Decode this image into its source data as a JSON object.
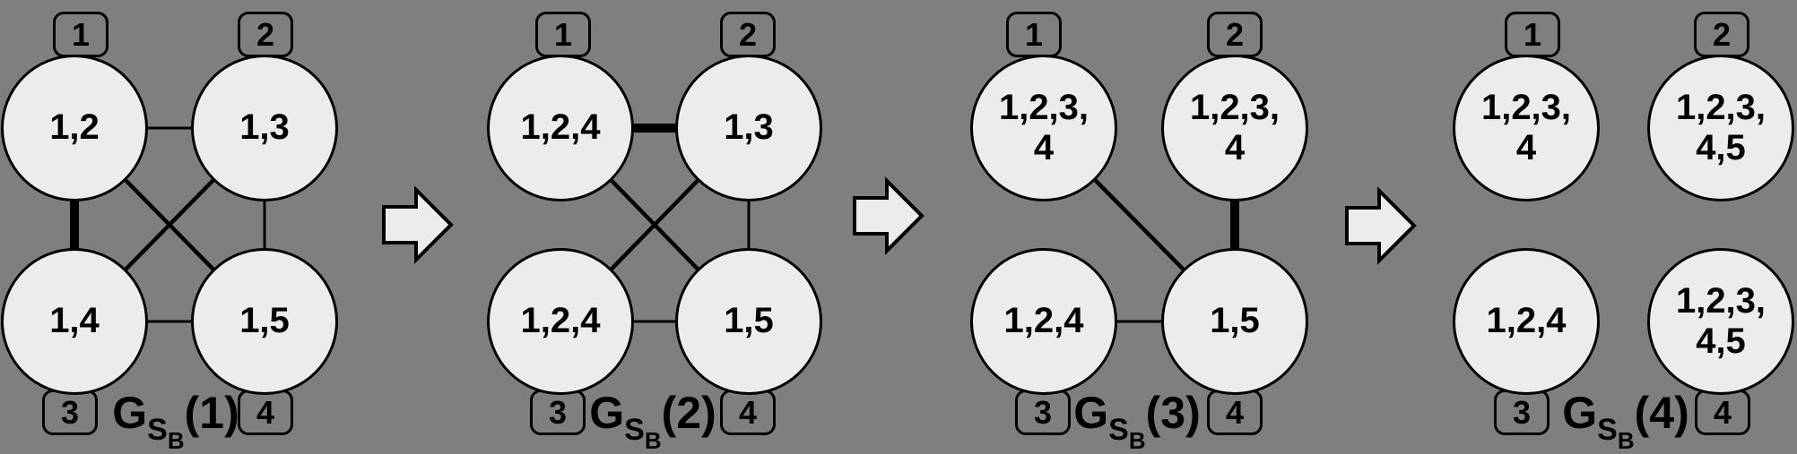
{
  "colors": {
    "background": "#7f7f7f",
    "shape_fill": "#ececec",
    "outline": "#000000"
  },
  "panels": [
    {
      "label": {
        "main": "G",
        "sub": "S",
        "subsub": "B",
        "arg": "(1)"
      },
      "nodes": {
        "top_left": {
          "port": "1",
          "text": "1,2"
        },
        "top_right": {
          "port": "2",
          "text": "1,3"
        },
        "bottom_left": {
          "port": "3",
          "text": "1,4"
        },
        "bottom_right": {
          "port": "4",
          "text": "1,5"
        }
      },
      "edges": [
        {
          "from": "top_left",
          "to": "top_right",
          "weight": "thin"
        },
        {
          "from": "top_left",
          "to": "bottom_left",
          "weight": "thick"
        },
        {
          "from": "top_left",
          "to": "bottom_right",
          "weight": "medium"
        },
        {
          "from": "top_right",
          "to": "bottom_left",
          "weight": "medium"
        },
        {
          "from": "top_right",
          "to": "bottom_right",
          "weight": "thin"
        },
        {
          "from": "bottom_left",
          "to": "bottom_right",
          "weight": "thin"
        }
      ]
    },
    {
      "label": {
        "main": "G",
        "sub": "S",
        "subsub": "B",
        "arg": "(2)"
      },
      "nodes": {
        "top_left": {
          "port": "1",
          "text": "1,2,4"
        },
        "top_right": {
          "port": "2",
          "text": "1,3"
        },
        "bottom_left": {
          "port": "3",
          "text": "1,2,4"
        },
        "bottom_right": {
          "port": "4",
          "text": "1,5"
        }
      },
      "edges": [
        {
          "from": "top_left",
          "to": "top_right",
          "weight": "thick"
        },
        {
          "from": "top_left",
          "to": "bottom_right",
          "weight": "medium"
        },
        {
          "from": "top_right",
          "to": "bottom_left",
          "weight": "medium"
        },
        {
          "from": "top_right",
          "to": "bottom_right",
          "weight": "thin"
        },
        {
          "from": "bottom_left",
          "to": "bottom_right",
          "weight": "thin"
        }
      ]
    },
    {
      "label": {
        "main": "G",
        "sub": "S",
        "subsub": "B",
        "arg": "(3)"
      },
      "nodes": {
        "top_left": {
          "port": "1",
          "text": "1,2,3,\n4"
        },
        "top_right": {
          "port": "2",
          "text": "1,2,3,\n4"
        },
        "bottom_left": {
          "port": "3",
          "text": "1,2,4"
        },
        "bottom_right": {
          "port": "4",
          "text": "1,5"
        }
      },
      "edges": [
        {
          "from": "top_left",
          "to": "bottom_right",
          "weight": "medium"
        },
        {
          "from": "top_right",
          "to": "bottom_right",
          "weight": "thick"
        },
        {
          "from": "bottom_left",
          "to": "bottom_right",
          "weight": "thin"
        }
      ]
    },
    {
      "label": {
        "main": "G",
        "sub": "S",
        "subsub": "B",
        "arg": "(4)"
      },
      "nodes": {
        "top_left": {
          "port": "1",
          "text": "1,2,3,\n4"
        },
        "top_right": {
          "port": "2",
          "text": "1,2,3,\n4,5"
        },
        "bottom_left": {
          "port": "3",
          "text": "1,2,4"
        },
        "bottom_right": {
          "port": "4",
          "text": "1,2,3,\n4,5"
        }
      },
      "edges": []
    }
  ],
  "arrows": [
    {
      "icon": "arrow-right"
    },
    {
      "icon": "arrow-right"
    },
    {
      "icon": "arrow-right"
    }
  ]
}
